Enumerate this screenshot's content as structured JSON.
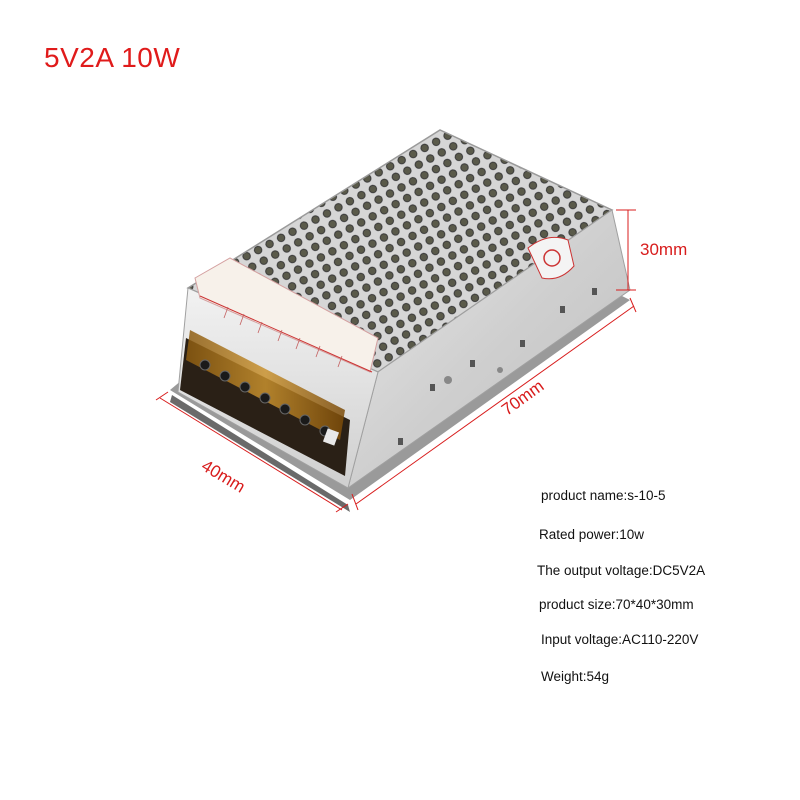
{
  "title": "5V2A 10W",
  "dimensions": {
    "height_label": "30mm",
    "length_label": "70mm",
    "width_label": "40mm"
  },
  "specs": [
    "product name:s-10-5",
    "Rated power:10w",
    "The output voltage:DC5V2A",
    "product size:70*40*30mm",
    "Input voltage:AC110-220V",
    "Weight:54g"
  ],
  "colors": {
    "title": "#e01b1b",
    "dimension": "#d81c1c"
  }
}
